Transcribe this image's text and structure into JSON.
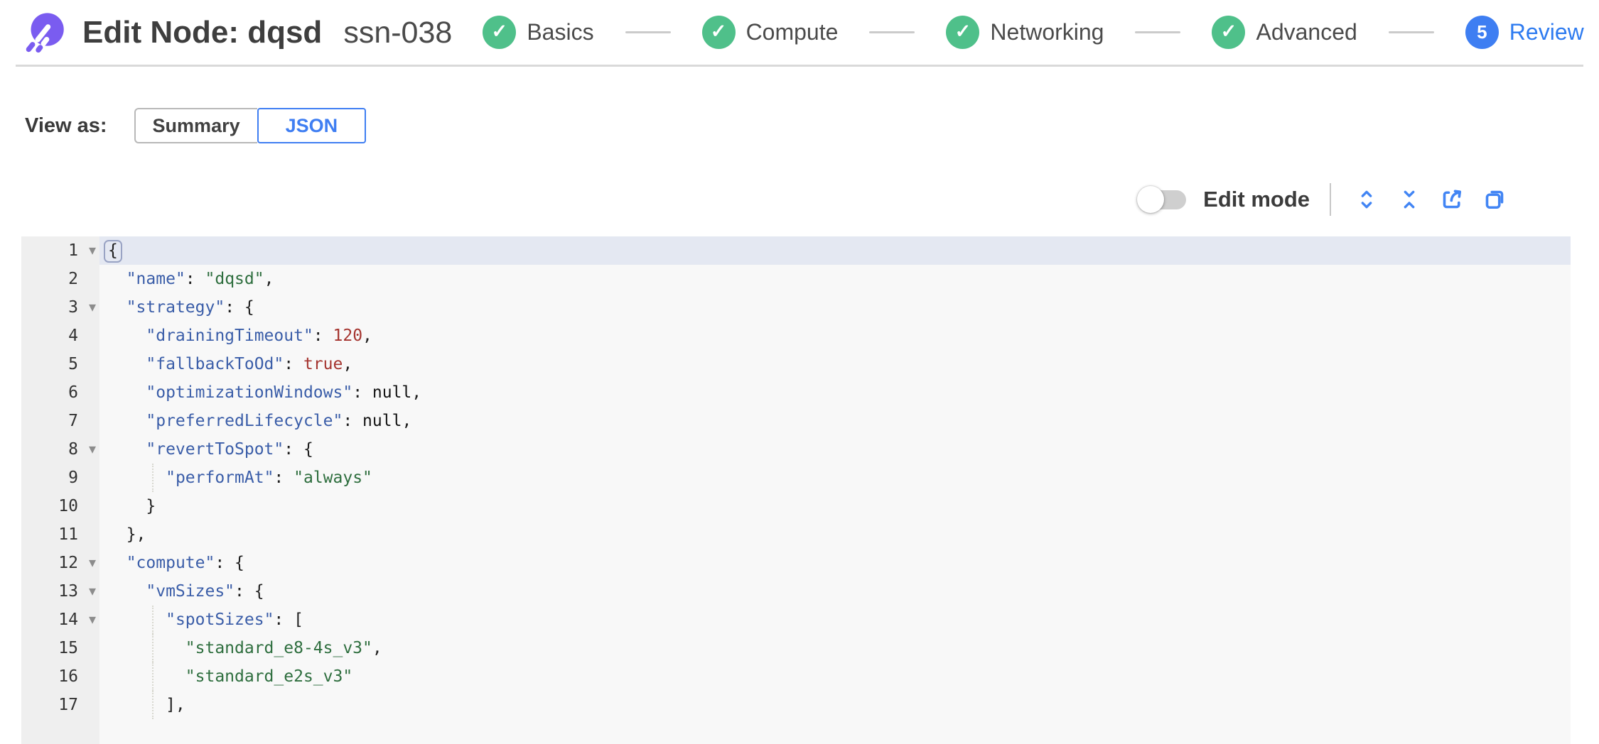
{
  "header": {
    "title": "Edit Node: dqsd",
    "node_id": "ssn-038",
    "logo_color": "#7a5cf0"
  },
  "stepper": {
    "done_color": "#4fc08a",
    "active_color": "#3e7ef2",
    "check_glyph": "✓",
    "steps": [
      {
        "label": "Basics",
        "state": "done"
      },
      {
        "label": "Compute",
        "state": "done"
      },
      {
        "label": "Networking",
        "state": "done"
      },
      {
        "label": "Advanced",
        "state": "done"
      },
      {
        "label": "Review",
        "state": "active",
        "number": "5"
      }
    ]
  },
  "view_as": {
    "label": "View as:",
    "options": [
      "Summary",
      "JSON"
    ],
    "selected": "JSON"
  },
  "toolbar": {
    "edit_mode_label": "Edit mode",
    "edit_mode_on": false,
    "accent": "#4285f4",
    "icons": [
      "expand-all-icon",
      "collapse-all-icon",
      "export-icon",
      "copy-icon"
    ]
  },
  "editor": {
    "active_line": 1,
    "fold_lines": [
      1,
      3,
      8,
      12,
      13,
      14
    ],
    "guide_lines": [
      9,
      14,
      15,
      16,
      17
    ],
    "colors": {
      "key": "#3a5da8",
      "string": "#2e6e3e",
      "number": "#a5342f",
      "null": "#141414",
      "punct": "#202020"
    },
    "lines": [
      [
        {
          "c": "p",
          "t": "{",
          "hl": true
        }
      ],
      [
        {
          "c": "w",
          "t": "  "
        },
        {
          "c": "k",
          "t": "\"name\""
        },
        {
          "c": "p",
          "t": ": "
        },
        {
          "c": "s",
          "t": "\"dqsd\""
        },
        {
          "c": "p",
          "t": ","
        }
      ],
      [
        {
          "c": "w",
          "t": "  "
        },
        {
          "c": "k",
          "t": "\"strategy\""
        },
        {
          "c": "p",
          "t": ": {"
        }
      ],
      [
        {
          "c": "w",
          "t": "    "
        },
        {
          "c": "k",
          "t": "\"drainingTimeout\""
        },
        {
          "c": "p",
          "t": ": "
        },
        {
          "c": "n",
          "t": "120"
        },
        {
          "c": "p",
          "t": ","
        }
      ],
      [
        {
          "c": "w",
          "t": "    "
        },
        {
          "c": "k",
          "t": "\"fallbackToOd\""
        },
        {
          "c": "p",
          "t": ": "
        },
        {
          "c": "n",
          "t": "true"
        },
        {
          "c": "p",
          "t": ","
        }
      ],
      [
        {
          "c": "w",
          "t": "    "
        },
        {
          "c": "k",
          "t": "\"optimizationWindows\""
        },
        {
          "c": "p",
          "t": ": "
        },
        {
          "c": "u",
          "t": "null"
        },
        {
          "c": "p",
          "t": ","
        }
      ],
      [
        {
          "c": "w",
          "t": "    "
        },
        {
          "c": "k",
          "t": "\"preferredLifecycle\""
        },
        {
          "c": "p",
          "t": ": "
        },
        {
          "c": "u",
          "t": "null"
        },
        {
          "c": "p",
          "t": ","
        }
      ],
      [
        {
          "c": "w",
          "t": "    "
        },
        {
          "c": "k",
          "t": "\"revertToSpot\""
        },
        {
          "c": "p",
          "t": ": {"
        }
      ],
      [
        {
          "c": "w",
          "t": "      "
        },
        {
          "c": "k",
          "t": "\"performAt\""
        },
        {
          "c": "p",
          "t": ": "
        },
        {
          "c": "s",
          "t": "\"always\""
        }
      ],
      [
        {
          "c": "p",
          "t": "    }"
        }
      ],
      [
        {
          "c": "p",
          "t": "  },"
        }
      ],
      [
        {
          "c": "w",
          "t": "  "
        },
        {
          "c": "k",
          "t": "\"compute\""
        },
        {
          "c": "p",
          "t": ": {"
        }
      ],
      [
        {
          "c": "w",
          "t": "    "
        },
        {
          "c": "k",
          "t": "\"vmSizes\""
        },
        {
          "c": "p",
          "t": ": {"
        }
      ],
      [
        {
          "c": "w",
          "t": "      "
        },
        {
          "c": "k",
          "t": "\"spotSizes\""
        },
        {
          "c": "p",
          "t": ": ["
        }
      ],
      [
        {
          "c": "w",
          "t": "        "
        },
        {
          "c": "s",
          "t": "\"standard_e8-4s_v3\""
        },
        {
          "c": "p",
          "t": ","
        }
      ],
      [
        {
          "c": "w",
          "t": "        "
        },
        {
          "c": "s",
          "t": "\"standard_e2s_v3\""
        }
      ],
      [
        {
          "c": "p",
          "t": "      ],"
        }
      ]
    ]
  }
}
